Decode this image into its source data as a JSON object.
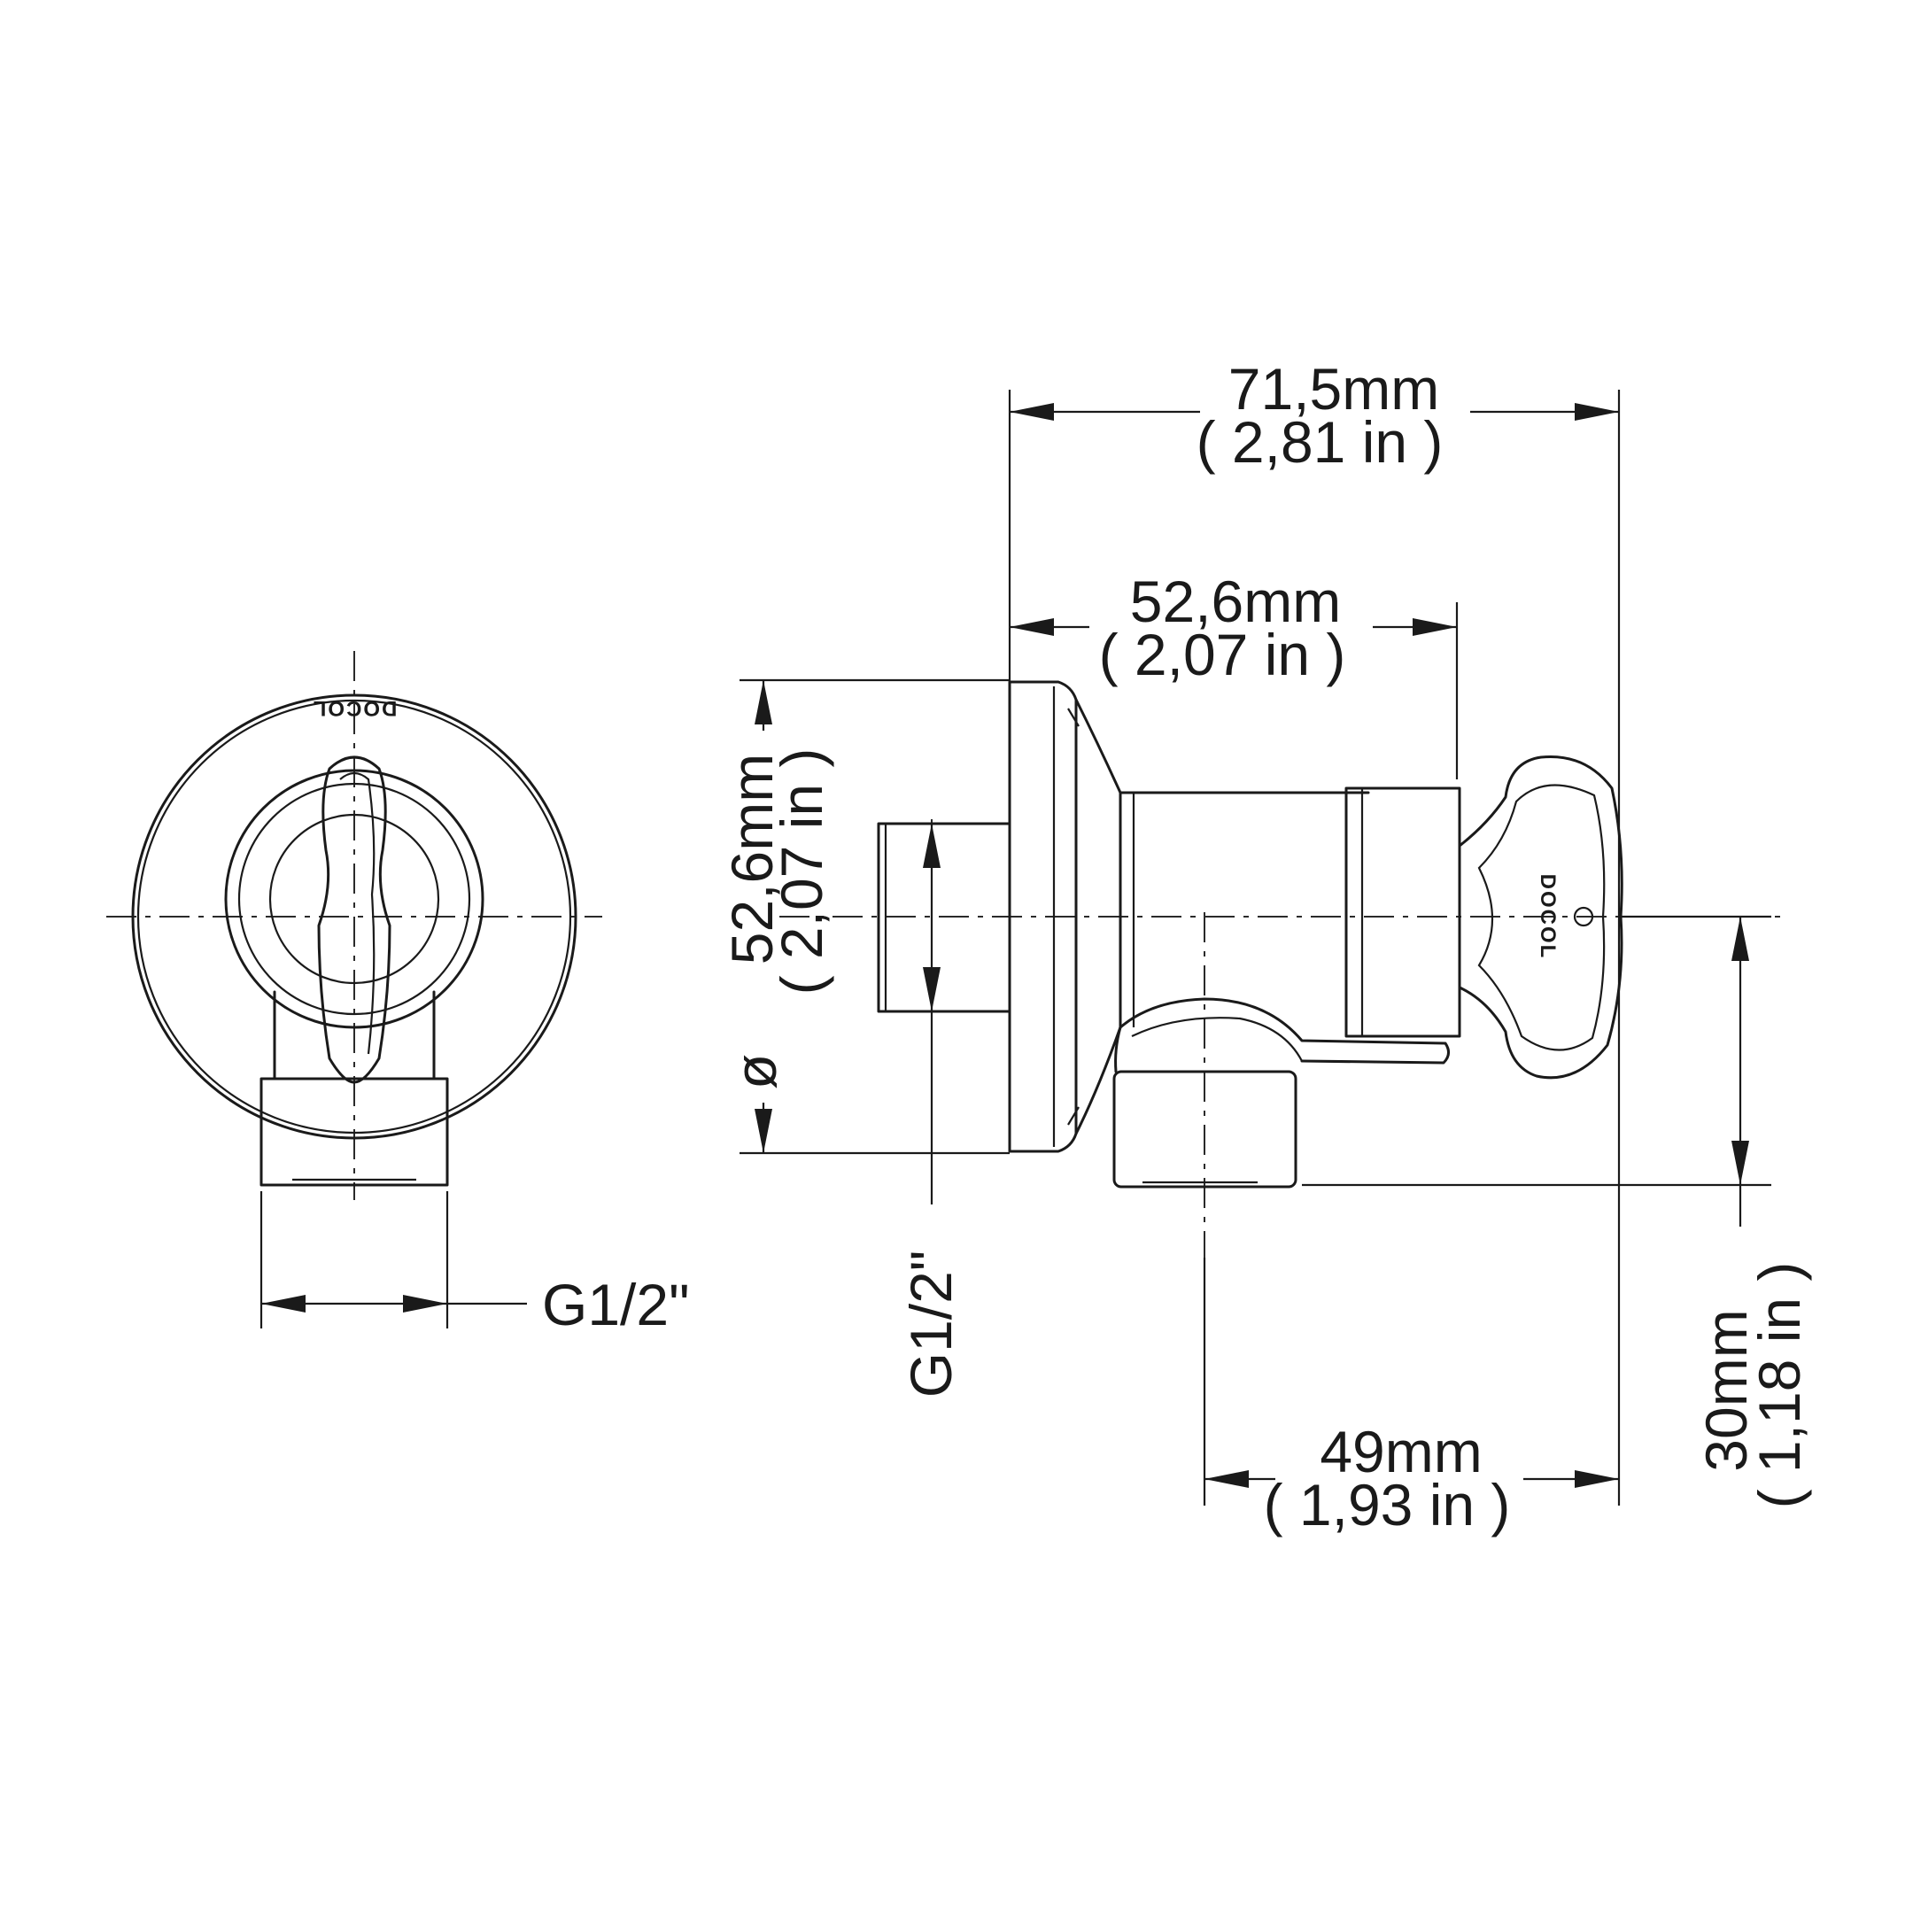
{
  "dimensions": {
    "overall_length": {
      "mm": "71,5mm",
      "inch": "( 2,81 in )"
    },
    "body_length": {
      "mm": "52,6mm",
      "inch": "( 2,07 in )"
    },
    "flange_diameter": {
      "symbol": "ø",
      "mm": "52,6mm",
      "inch": "( 2,07 in )"
    },
    "outlet_offset": {
      "mm": "49mm",
      "inch": "( 1,93 in )"
    },
    "outlet_drop": {
      "mm": "30mm",
      "inch": "( 1,18 in )"
    },
    "thread_front": "G1/2\"",
    "thread_side": "G1/2\""
  },
  "brand_mark": "DOCOL"
}
